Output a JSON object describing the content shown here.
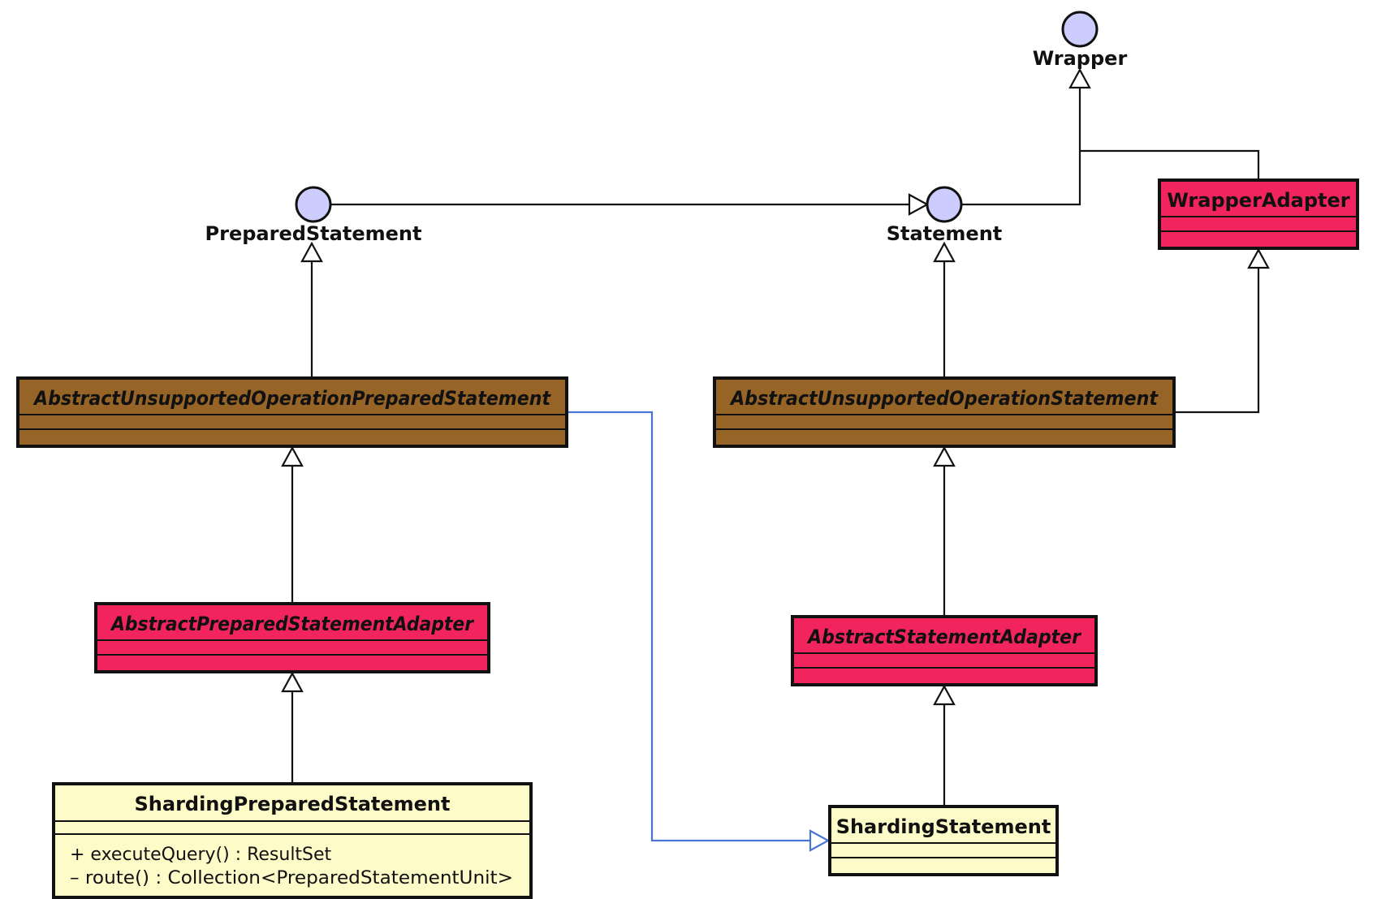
{
  "colors": {
    "abstract_class": "#956426",
    "adapter_class": "#f2245e",
    "concrete_class": "#fdfbc8",
    "interface": "#ccccff",
    "implements_line": "#4a74d6"
  },
  "interfaces": {
    "wrapper": "Wrapper",
    "prepared_statement": "PreparedStatement",
    "statement": "Statement"
  },
  "classes": {
    "wrapper_adapter": "WrapperAdapter",
    "abstract_unsupported_prepared": "AbstractUnsupportedOperationPreparedStatement",
    "abstract_unsupported_statement": "AbstractUnsupportedOperationStatement",
    "abstract_prepared_adapter": "AbstractPreparedStatementAdapter",
    "abstract_statement_adapter": "AbstractStatementAdapter",
    "sharding_prepared": {
      "name": "ShardingPreparedStatement",
      "methods": [
        "+ executeQuery() : ResultSet",
        "– route() : Collection<PreparedStatementUnit>"
      ]
    },
    "sharding_statement": "ShardingStatement"
  }
}
